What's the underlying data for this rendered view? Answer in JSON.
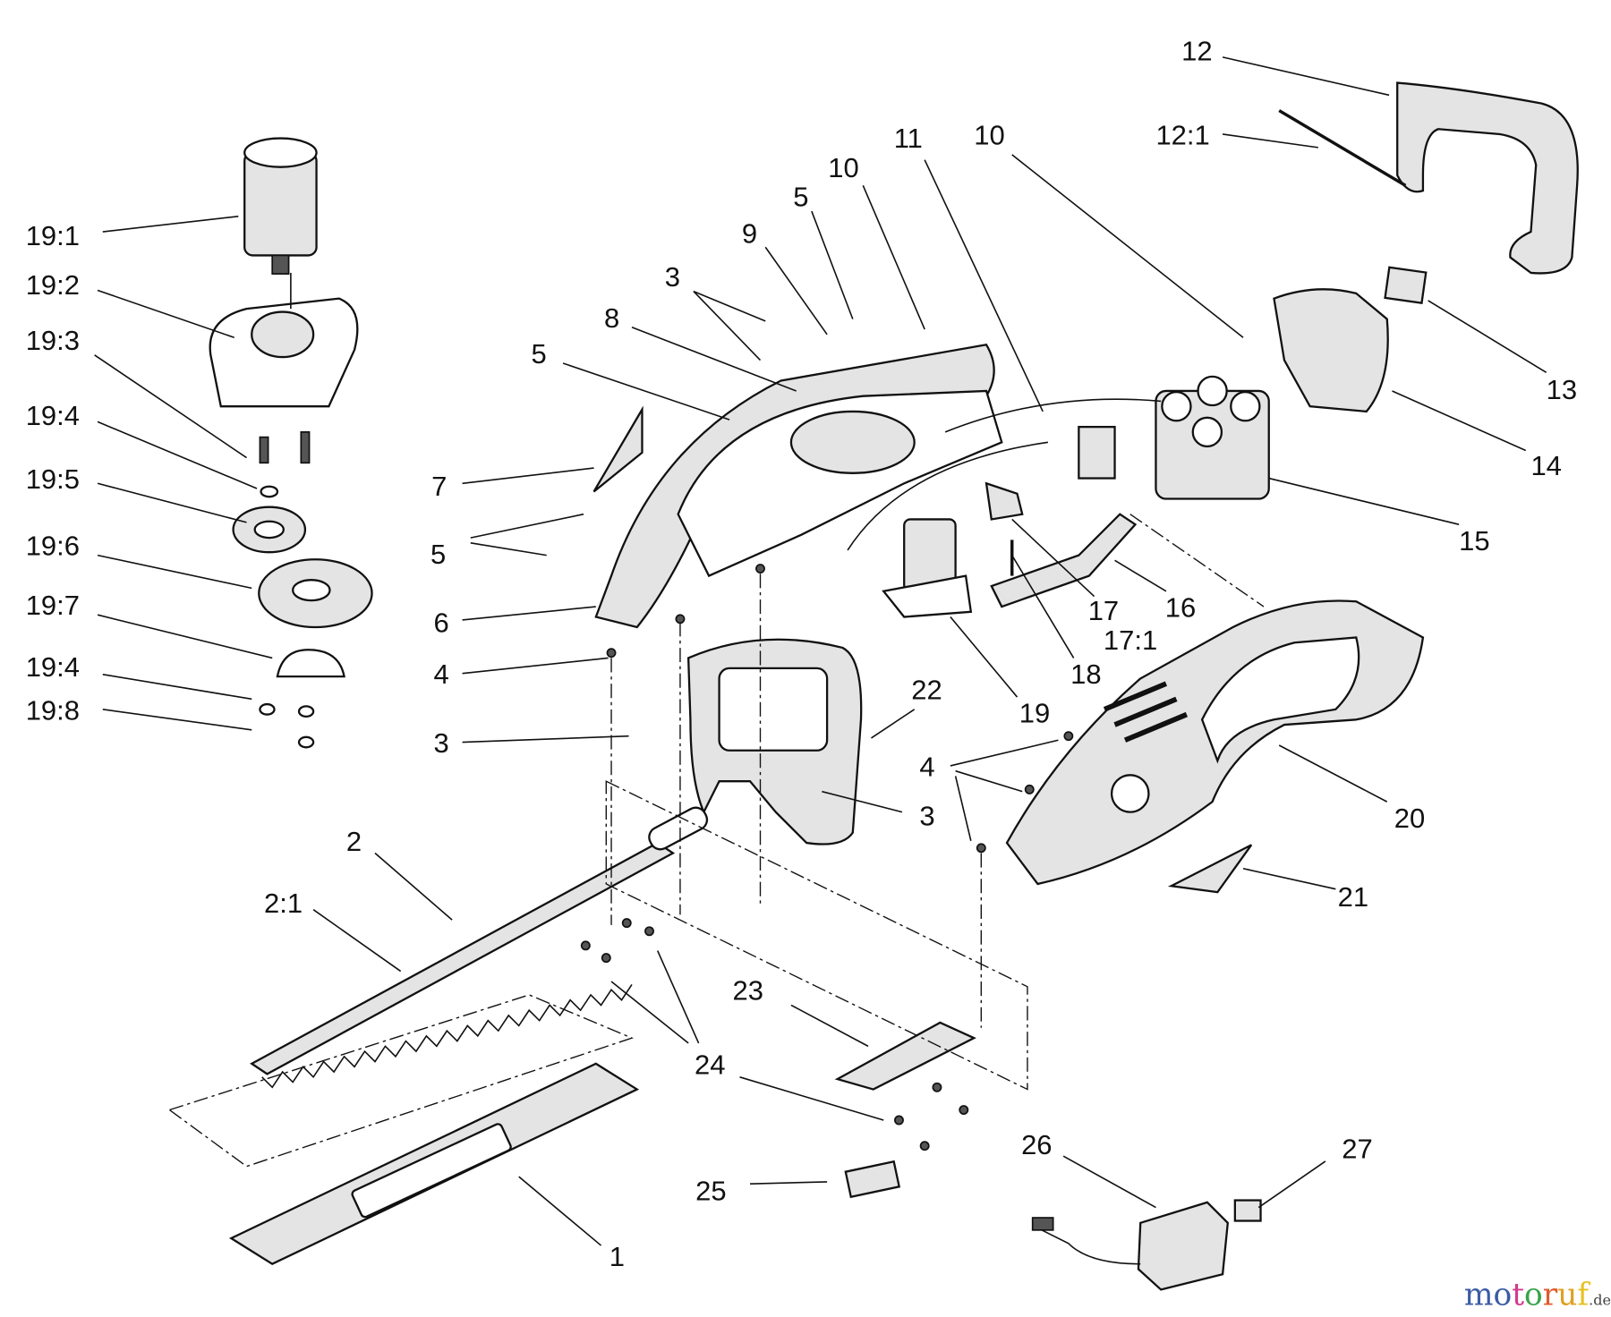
{
  "title": "Cordless hedge trimmer exploded parts diagram",
  "callouts": [
    "19:1",
    "19:2",
    "19:3",
    "19:4",
    "19:5",
    "19:6",
    "19:7",
    "19:4",
    "19:8",
    "12",
    "12:1",
    "13",
    "14",
    "15",
    "10",
    "11",
    "10",
    "5",
    "9",
    "3",
    "8",
    "5",
    "7",
    "5",
    "6",
    "4",
    "3",
    "22",
    "19",
    "18",
    "17",
    "16",
    "17:1",
    "4",
    "3",
    "20",
    "21",
    "2",
    "2:1",
    "24",
    "23",
    "25",
    "1",
    "26",
    "27"
  ],
  "watermark": {
    "letters": [
      "m",
      "o",
      "t",
      "o",
      "r",
      "u",
      "f"
    ],
    "suffix": ".de",
    "colors": [
      "#3b5ba5",
      "#3b5ba5",
      "#d23a8c",
      "#3aa34a",
      "#e05a2a",
      "#e0a020",
      "#e8c020"
    ]
  }
}
